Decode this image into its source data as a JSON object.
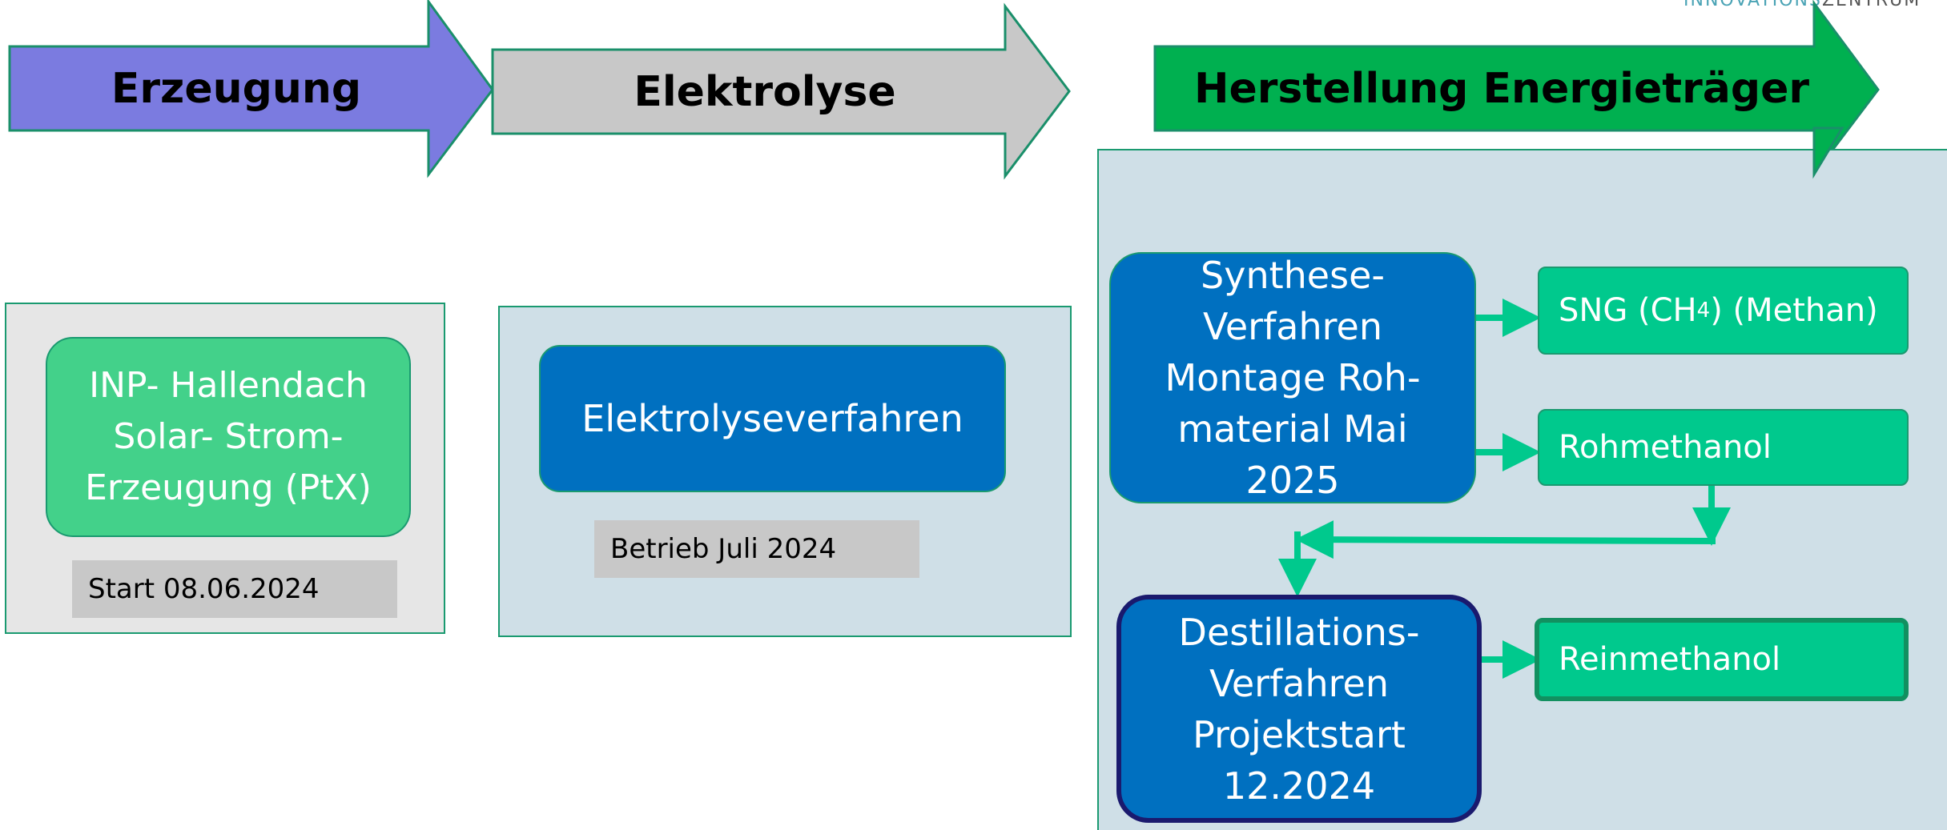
{
  "logo": {
    "left_part": "INNOVATIONS",
    "right_part": "ZENTRUM"
  },
  "stages": {
    "erzeugung": "Erzeugung",
    "elektrolyse": "Elektrolyse",
    "herstellung": "Herstellung Energieträger"
  },
  "erzeugung_panel": {
    "box_text": "INP- Hallendach\nSolar- Strom-\nErzeugung (PtX)",
    "status": "Start 08.06.2024"
  },
  "elektrolyse_panel": {
    "box_text": "Elektrolyseverfahren",
    "status": "Betrieb Juli 2024"
  },
  "herstellung_panel": {
    "synthese_text": "Synthese-\nVerfahren\nMontage Roh-\nmaterial Mai\n2025",
    "destillation_text": "Destillations-\nVerfahren\nProjektstart\n12.2024",
    "sng_prefix": "SNG (CH",
    "sng_sub": "4",
    "sng_suffix": ") (Methan)",
    "rohmethanol": "Rohmethanol",
    "reinmethanol": "Reinmethanol"
  },
  "colors": {
    "erzeugung_arrow": "#7b7be0",
    "elektrolyse_arrow": "#c8c8c8",
    "herstellung_arrow": "#00b050",
    "process_blue": "#0070c0",
    "solar_green": "#43d18a",
    "product_green": "#00c98d",
    "connector": "#00c98d",
    "panel_blue": "#cfdfe7",
    "panel_grey": "#e6e6e6",
    "tag_grey": "#c8c8c8",
    "dark_border": "#1a1a6e"
  }
}
